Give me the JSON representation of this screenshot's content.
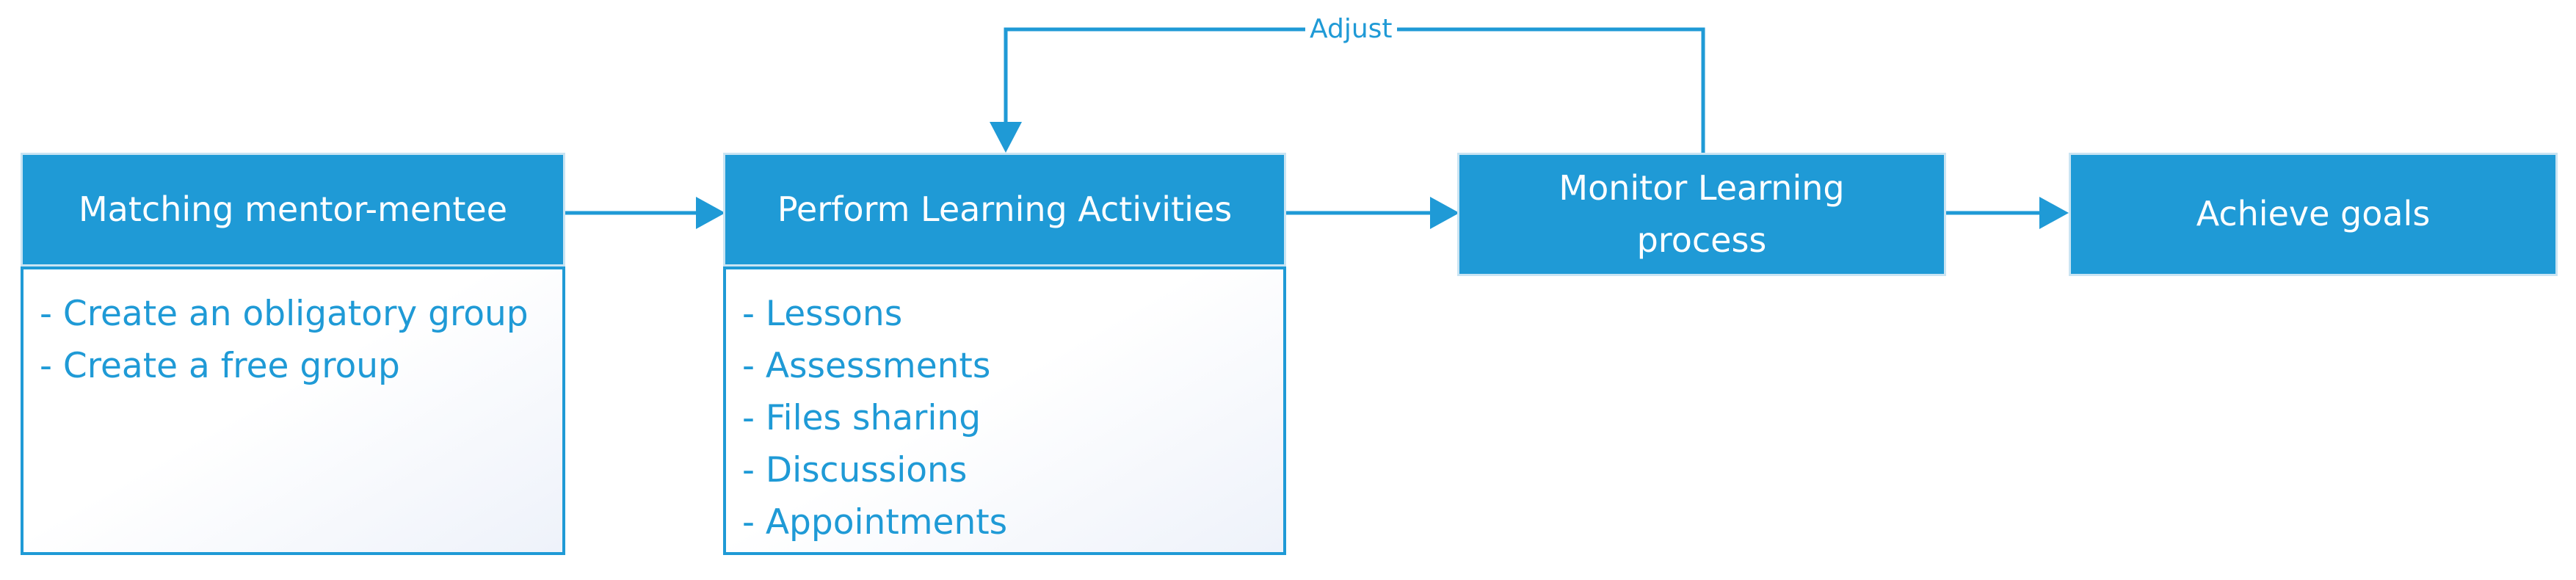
{
  "nodes": {
    "match": {
      "title": "Matching mentor-mentee",
      "items": [
        "- Create an obligatory group",
        "- Create a free group"
      ]
    },
    "perform": {
      "title": "Perform Learning Activities",
      "items": [
        "- Lessons",
        "- Assessments",
        "- Files sharing",
        "- Discussions",
        "- Appointments"
      ]
    },
    "monitor": {
      "title_line1": "Monitor Learning",
      "title_line2": "process"
    },
    "achieve": {
      "title": "Achieve goals"
    }
  },
  "edges": {
    "feedback_label": "Adjust"
  },
  "colors": {
    "accent": "#1f9ad6",
    "box_border": "#c9e4f3",
    "list_gradient_end": "#eef2fa",
    "background": "#ffffff"
  }
}
